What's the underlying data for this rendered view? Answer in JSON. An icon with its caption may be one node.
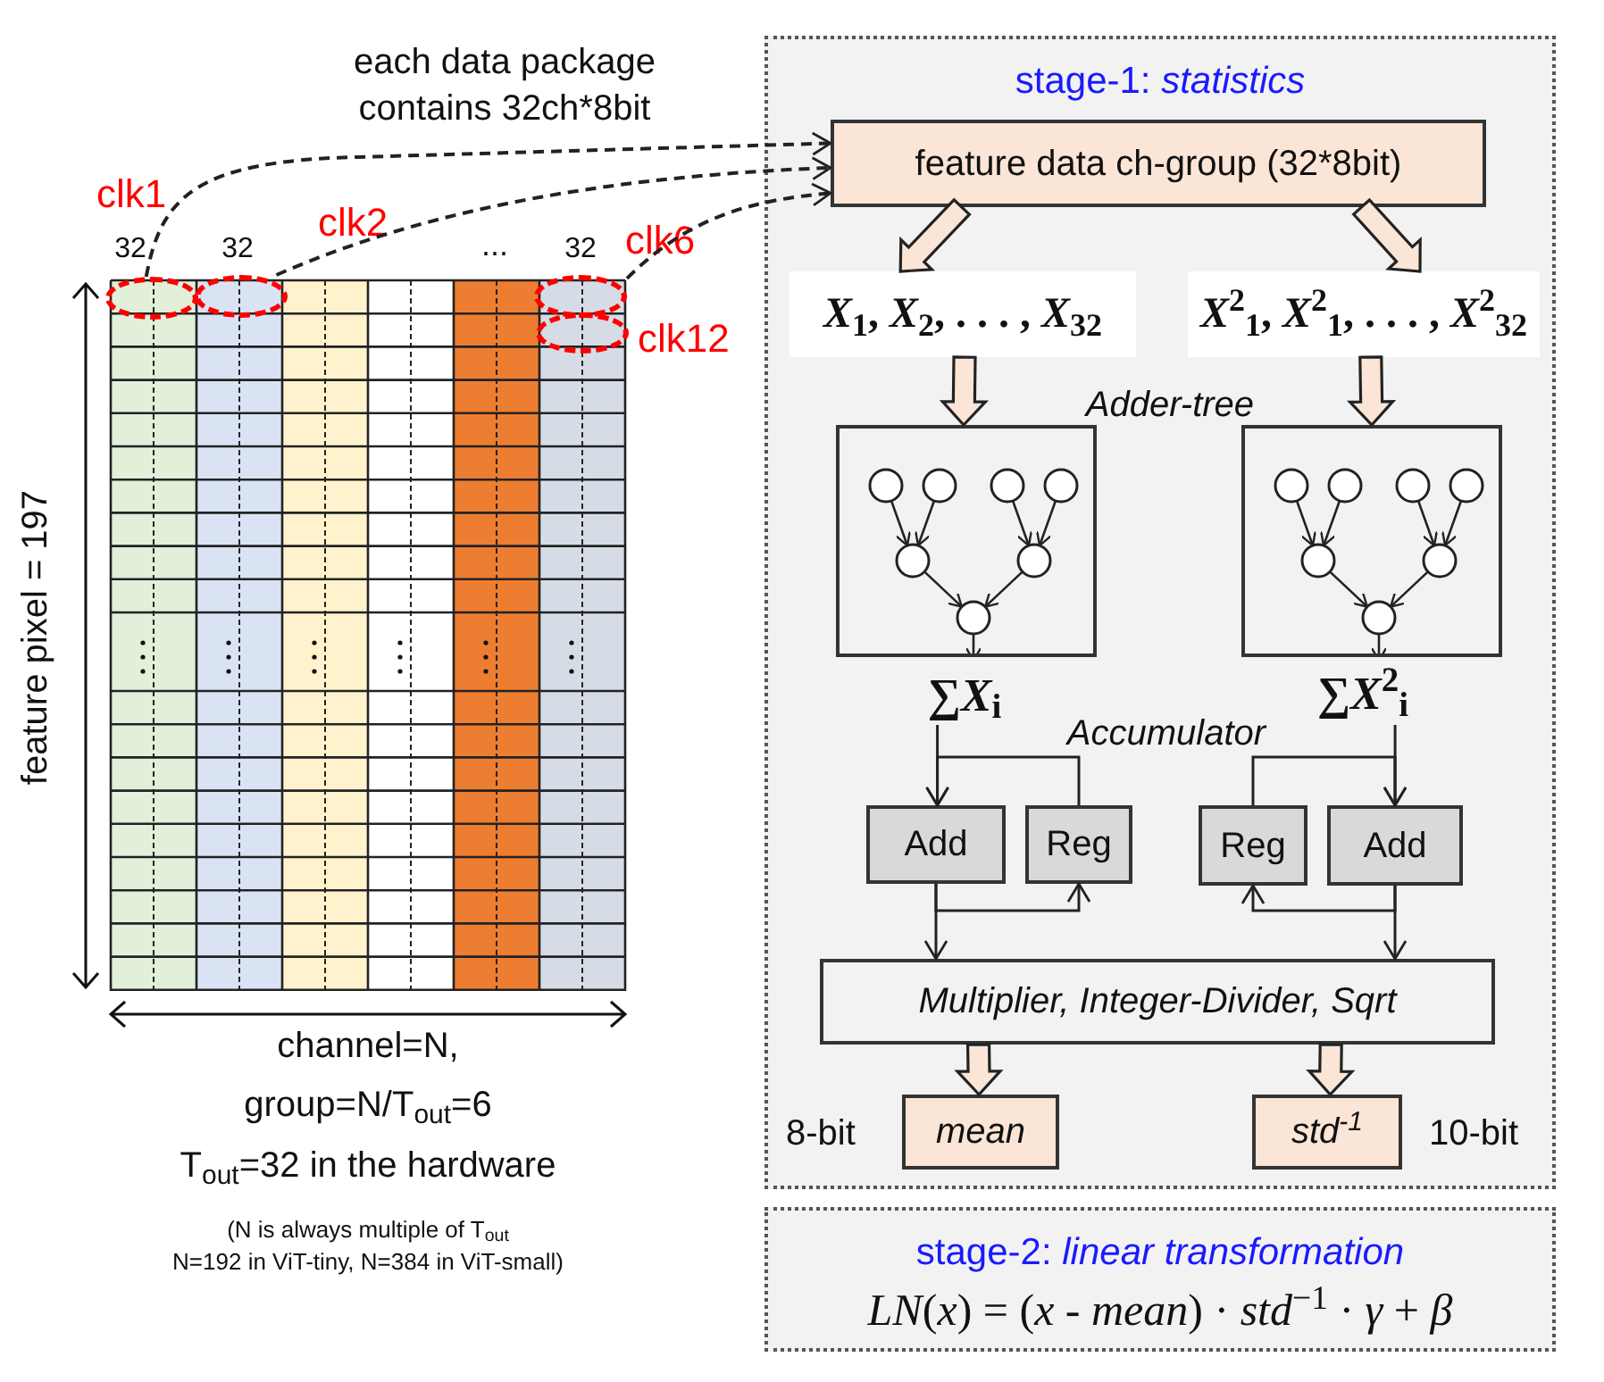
{
  "diagram": {
    "nodes": [
      {
        "text": [
          "stage-1: *statistics*"
        ]
      },
      {
        "text": [
          "feature data ch-group (32*8bit)"
        ],
        "in": 0
      },
      {
        "text": [
          "*X*$_{1}$, *X*$_{2}$, . . . , *X*$_{32}$"
        ],
        "in": 0
      },
      {
        "text": [
          "*X*$^{2}$$_{1}$, *X*$^{2}$$_{1}$, . . . , *X*$^{2}$$_{32}$"
        ],
        "in": 0
      },
      {
        "text": [],
        "shape": "box",
        "in": 0
      },
      {
        "text": [],
        "shape": "box",
        "in": 0
      },
      {
        "text": [
          "∑*X*$_{i}$"
        ],
        "in": 0
      },
      {
        "text": [
          "∑*X*$^{2}$$_{i}$"
        ],
        "in": 0
      },
      {
        "text": [
          "Add"
        ],
        "in": 0
      },
      {
        "text": [
          "Reg"
        ],
        "in": 0
      },
      {
        "text": [
          "Reg"
        ],
        "in": 0
      },
      {
        "text": [
          "Add"
        ],
        "in": 0
      },
      {
        "text": [
          "Multiplier, Integer-Divider, Sqrt"
        ],
        "in": 0
      },
      {
        "text": [
          "mean"
        ],
        "beside": [
          "8-bit"
        ],
        "in": 0
      },
      {
        "text": [
          "std$^{-1}$"
        ],
        "beside": [
          "10-bit"
        ],
        "in": 0
      },
      {
        "text": [
          "stage-2: *linear transformation*",
          "*LN*(*x*) = (*x* - *mean*) · *std*$^{−1}$ · *γ* + *β*"
        ]
      },
      {
        "text": [],
        "shape": "ellipse",
        "beside": [
          "clk1"
        ]
      },
      {
        "text": [],
        "shape": "ellipse",
        "beside": [
          "clk2"
        ]
      },
      {
        "text": [],
        "shape": "ellipse",
        "beside": [
          "clk6"
        ]
      },
      {
        "text": [],
        "shape": "ellipse",
        "beside": [
          "clk12"
        ]
      }
    ],
    "edges": [
      {
        "from": 16,
        "to": 1,
        "arrow": "to",
        "style": "dashed"
      },
      {
        "from": 17,
        "to": 1,
        "arrow": "to",
        "style": "dashed"
      },
      {
        "from": 18,
        "to": 1,
        "arrow": "to",
        "style": "dashed"
      },
      {
        "from": 1,
        "to": 2,
        "arrow": "to",
        "style": "thick"
      },
      {
        "from": 1,
        "to": 3,
        "arrow": "to",
        "style": "thick"
      },
      {
        "from": 2,
        "to": 4,
        "arrow": "to",
        "style": "thick"
      },
      {
        "from": 3,
        "to": 5,
        "arrow": "to",
        "style": "thick"
      },
      {
        "from": 6,
        "to": 8,
        "arrow": "to"
      },
      {
        "from": 9,
        "to": 8,
        "arrow": "to"
      },
      {
        "from": 7,
        "to": 11,
        "arrow": "to"
      },
      {
        "from": 10,
        "to": 11,
        "arrow": "to"
      },
      {
        "from": 8,
        "to": 9,
        "arrow": "to"
      },
      {
        "from": 8,
        "to": 12,
        "arrow": "to"
      },
      {
        "from": 11,
        "to": 10,
        "arrow": "to"
      },
      {
        "from": 11,
        "to": 12,
        "arrow": "to"
      },
      {
        "from": 12,
        "to": 13,
        "arrow": "to",
        "style": "thick"
      },
      {
        "from": 12,
        "to": 14,
        "arrow": "to",
        "style": "thick"
      }
    ],
    "labels": [
      "each data package contains 32ch*8bit",
      "32",
      "32",
      "...",
      "32",
      "feature pixel = 197",
      "channel=N,",
      "group=N/T$_{out}$=6",
      "T$_{out}$=32 in the hardware",
      "(N is always multiple of T$_{out}$",
      "N=192 in ViT-tiny, N=384 in ViT-small)",
      "Adder-tree",
      "Accumulator"
    ]
  }
}
